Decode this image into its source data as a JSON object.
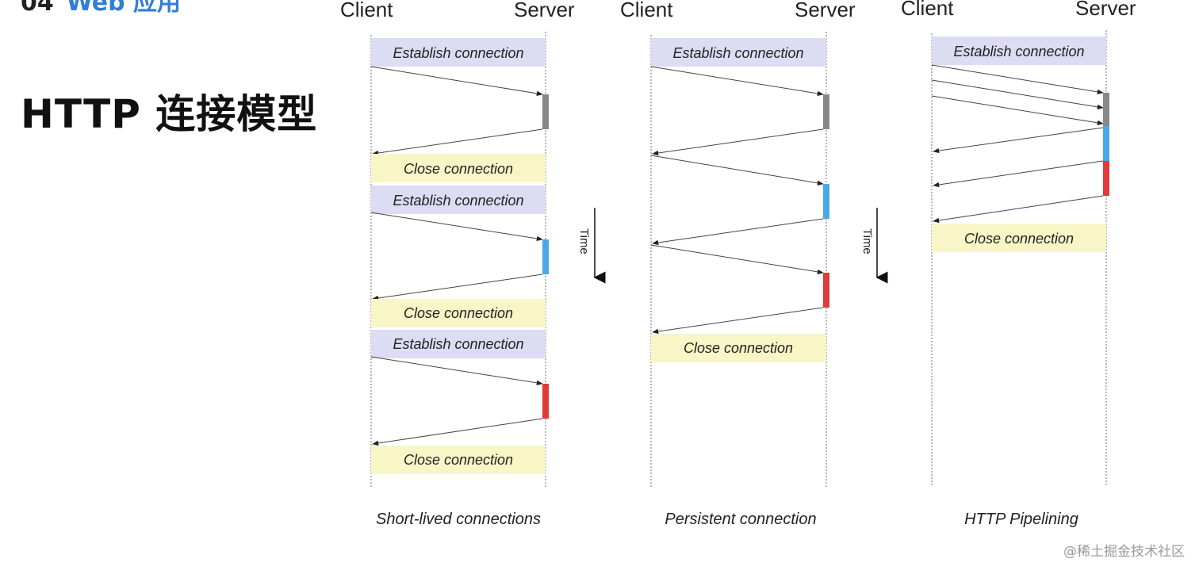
{
  "header": {
    "number": "04",
    "title": "Web 应用"
  },
  "page_title": "HTTP 连接模型",
  "watermark": "@稀土掘金技术社区",
  "time_label": "Time",
  "colors": {
    "establish_box": "#dcdcf2",
    "close_box": "#f8f6c6",
    "gray_bar": "#888888",
    "blue_bar": "#4aa8e8",
    "red_bar": "#e03a3a",
    "lifeline": "#888888",
    "arrow": "#444444"
  },
  "diagrams": [
    {
      "client_label": "Client",
      "server_label": "Server",
      "caption": "Short-lived connections",
      "boxes": [
        {
          "kind": "establish",
          "label": "Establish connection"
        },
        {
          "kind": "close",
          "label": "Close connection"
        },
        {
          "kind": "establish",
          "label": "Establish connection"
        },
        {
          "kind": "close",
          "label": "Close connection"
        },
        {
          "kind": "establish",
          "label": "Establish connection"
        },
        {
          "kind": "close",
          "label": "Close connection"
        }
      ]
    },
    {
      "client_label": "Client",
      "server_label": "Server",
      "caption": "Persistent connection",
      "boxes": [
        {
          "kind": "establish",
          "label": "Establish connection"
        },
        {
          "kind": "close",
          "label": "Close connection"
        }
      ]
    },
    {
      "client_label": "Client",
      "server_label": "Server",
      "caption": "HTTP Pipelining",
      "boxes": [
        {
          "kind": "establish",
          "label": "Establish connection"
        },
        {
          "kind": "close",
          "label": "Close connection"
        }
      ]
    }
  ]
}
